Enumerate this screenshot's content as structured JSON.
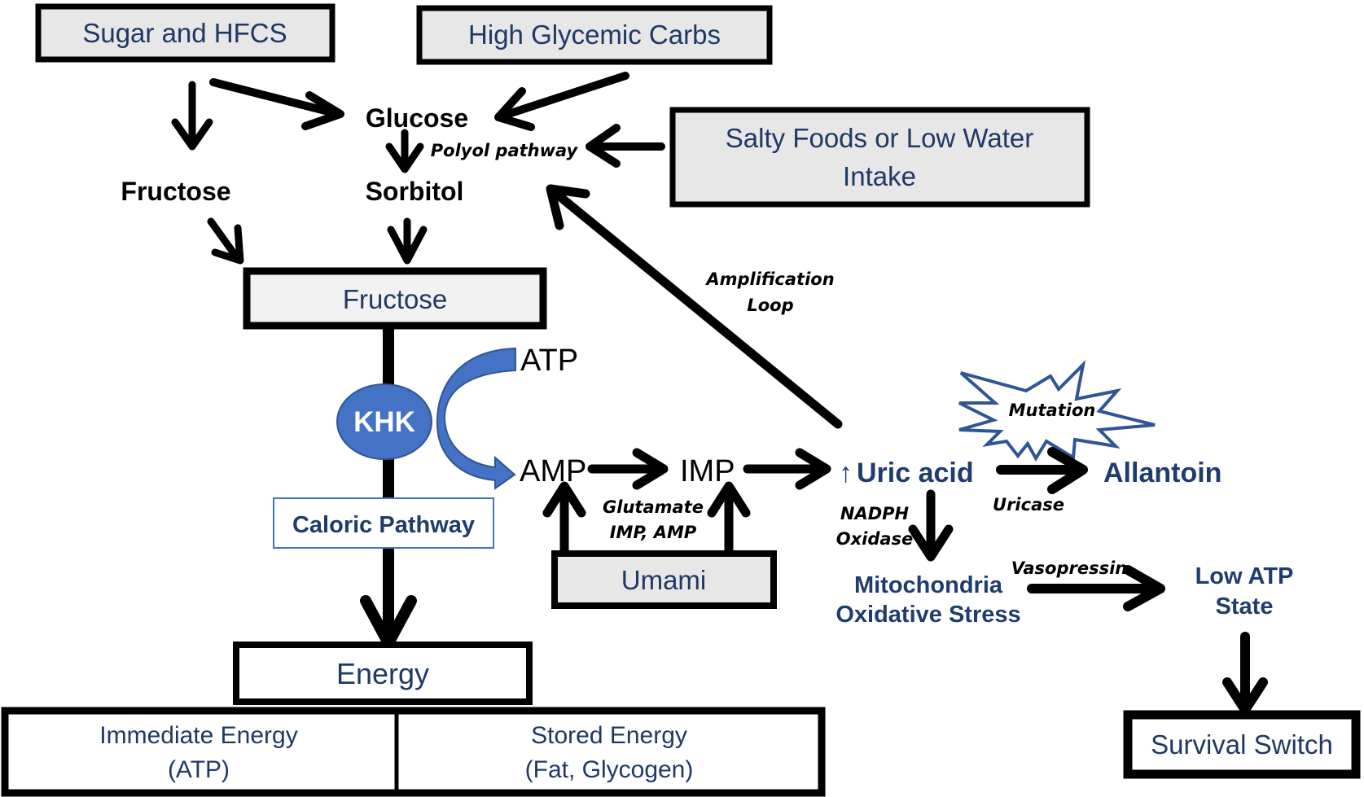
{
  "colors": {
    "box_fill": "#e7e7e7",
    "box_fill_light": "#f2f2f2",
    "box_border": "#000000",
    "box_text": "#1f3864",
    "node_blue": "#1f3c6e",
    "khk_fill": "#4472c4",
    "curved_arrow": "#4472c4",
    "starburst_stroke": "#2f5597",
    "caloric_border": "#4472c4"
  },
  "inputs": {
    "sugar_hfcs": "Sugar and HFCS",
    "high_glycemic": "High Glycemic Carbs",
    "salty_foods_line1": "Salty Foods or Low Water",
    "salty_foods_line2": "Intake"
  },
  "nodes": {
    "glucose": "Glucose",
    "fructose_free": "Fructose",
    "sorbitol": "Sorbitol",
    "fructose_box": "Fructose",
    "khk": "KHK",
    "atp": "ATP",
    "amp": "AMP",
    "imp": "IMP",
    "uric_acid_arrow": "↑",
    "uric_acid": "Uric acid",
    "allantoin": "Allantoin",
    "mito_line1": "Mitochondria",
    "mito_line2": "Oxidative Stress",
    "low_atp_line1": "Low ATP",
    "low_atp_line2": "State",
    "umami": "Umami",
    "caloric_pathway": "Caloric Pathway",
    "energy": "Energy",
    "immediate_energy_line1": "Immediate Energy",
    "immediate_energy_line2": "(ATP)",
    "stored_energy_line1": "Stored Energy",
    "stored_energy_line2": "(Fat, Glycogen)",
    "survival_switch": "Survival Switch"
  },
  "labels": {
    "polyol_pathway": "Polyol pathway",
    "amplification_line1": "Amplification",
    "amplification_line2": "Loop",
    "glutamate_line1": "Glutamate",
    "glutamate_line2": "IMP, AMP",
    "mutation": "Mutation",
    "uricase": "Uricase",
    "nadph_line1": "NADPH",
    "nadph_line2": "Oxidase",
    "vasopressin": "Vasopressin"
  }
}
